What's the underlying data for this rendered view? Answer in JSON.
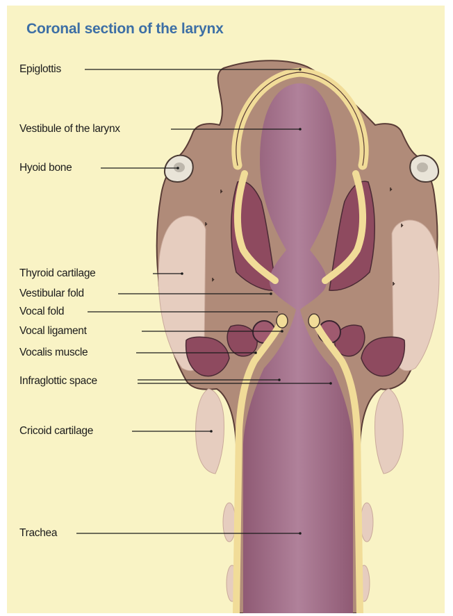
{
  "title": "Coronal section of the larynx",
  "labels": {
    "epiglottis": "Epiglottis",
    "vestibule": "Vestibule of the larynx",
    "hyoid_bone": "Hyoid bone",
    "thyroid_cartilage": "Thyroid cartilage",
    "vestibular_fold": "Vestibular fold",
    "vocal_fold": "Vocal fold",
    "vocal_ligament": "Vocal ligament",
    "vocalis_muscle": "Vocalis muscle",
    "infraglottic_space": "Infraglottic space",
    "cricoid_cartilage": "Cricoid cartilage",
    "trachea": "Trachea"
  },
  "colors": {
    "background": "#f9f3c5",
    "title": "#3d6fa5",
    "cartilage_yellow": "#f1dc98",
    "tissue_tan": "#b08b79",
    "lumen_mauve": "#9b6680",
    "muscle": "#8e4a5f",
    "pale_cartilage": "#e6cdbf"
  }
}
